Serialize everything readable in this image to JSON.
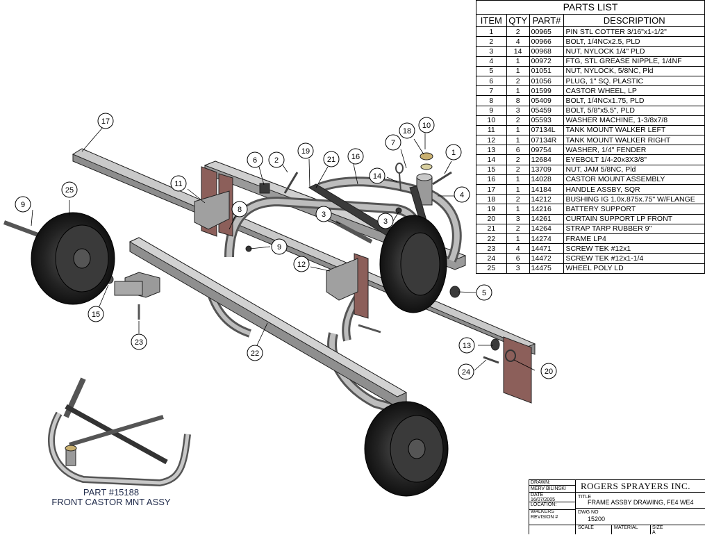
{
  "parts_list": {
    "title": "PARTS LIST",
    "headers": [
      "ITEM",
      "QTY",
      "PART#",
      "DESCRIPTION"
    ],
    "rows": [
      [
        "1",
        "2",
        "00965",
        "PIN STL COTTER 3/16\"x1-1/2\""
      ],
      [
        "2",
        "4",
        "00966",
        "BOLT, 1/4NCx2.5, PLD"
      ],
      [
        "3",
        "14",
        "00968",
        "NUT, NYLOCK 1/4\" PLD"
      ],
      [
        "4",
        "1",
        "00972",
        "FTG, STL GREASE NIPPLE, 1/4NF"
      ],
      [
        "5",
        "1",
        "01051",
        "NUT, NYLOCK, 5/8NC, Pld"
      ],
      [
        "6",
        "2",
        "01056",
        "PLUG, 1\" SQ. PLASTIC"
      ],
      [
        "7",
        "1",
        "01599",
        "CASTOR WHEEL, LP"
      ],
      [
        "8",
        "8",
        "05409",
        "BOLT, 1/4NCx1.75, PLD"
      ],
      [
        "9",
        "3",
        "05459",
        "BOLT, 5/8\"x5.5\", PLD"
      ],
      [
        "10",
        "2",
        "05593",
        "WASHER MACHINE, 1-3/8x7/8"
      ],
      [
        "11",
        "1",
        "07134L",
        "TANK MOUNT WALKER LEFT"
      ],
      [
        "12",
        "1",
        "07134R",
        "TANK MOUNT WALKER RIGHT"
      ],
      [
        "13",
        "6",
        "09754",
        "WASHER, 1/4\" FENDER"
      ],
      [
        "14",
        "2",
        "12684",
        "EYEBOLT 1/4-20x3X3/8\""
      ],
      [
        "15",
        "2",
        "13709",
        "NUT, JAM 5/8NC, Pld"
      ],
      [
        "16",
        "1",
        "14028",
        "CASTOR MOUNT ASSEMBLY"
      ],
      [
        "17",
        "1",
        "14184",
        "HANDLE ASSBY, SQR"
      ],
      [
        "18",
        "2",
        "14212",
        "BUSHING IG 1.0x.875x.75\" W/FLANGE"
      ],
      [
        "19",
        "1",
        "14216",
        "BATTERY SUPPORT"
      ],
      [
        "20",
        "3",
        "14261",
        "CURTAIN SUPPORT LP FRONT"
      ],
      [
        "21",
        "2",
        "14264",
        "STRAP TARP RUBBER 9\""
      ],
      [
        "22",
        "1",
        "14274",
        "FRAME LP4"
      ],
      [
        "23",
        "4",
        "14471",
        "SCREW TEK #12x1"
      ],
      [
        "24",
        "6",
        "14472",
        "SCREW TEK #12x1-1/4"
      ],
      [
        "25",
        "3",
        "14475",
        "WHEEL POLY LD"
      ]
    ]
  },
  "callouts": [
    "17",
    "25",
    "9",
    "11",
    "6",
    "2",
    "19",
    "21",
    "16",
    "14",
    "18",
    "10",
    "7",
    "1",
    "4",
    "3",
    "8",
    "9",
    "3",
    "12",
    "5",
    "15",
    "23",
    "22",
    "13",
    "24",
    "20"
  ],
  "caption": {
    "line1": "PART #15188",
    "line2": "FRONT CASTOR MNT ASSY"
  },
  "title_block": {
    "drawn_label": "DRAWN:",
    "drawn_by": "MERV BILINSKI",
    "date_label": "DATE",
    "date": "16/07/2005",
    "location_label": "LOCATION:",
    "location": "WALKERS",
    "revision_label": "REVISION #",
    "company": "ROGERS SPRAYERS INC.",
    "title_label": "TITLE",
    "title": "FRAME ASSBY DRAWING, FE4 WE4",
    "dwg_label": "DWG NO",
    "dwg_no": "15200",
    "scale_label": "SCALE",
    "material_label": "MATERIAL",
    "size_label": "SIZE",
    "size": "A"
  },
  "colors": {
    "frame": "#8a8a8a",
    "frame_dark": "#3a3a3a",
    "plate": "#8c5f5a",
    "tire": "#2a2a2a",
    "caption": "#1f2a4a"
  }
}
